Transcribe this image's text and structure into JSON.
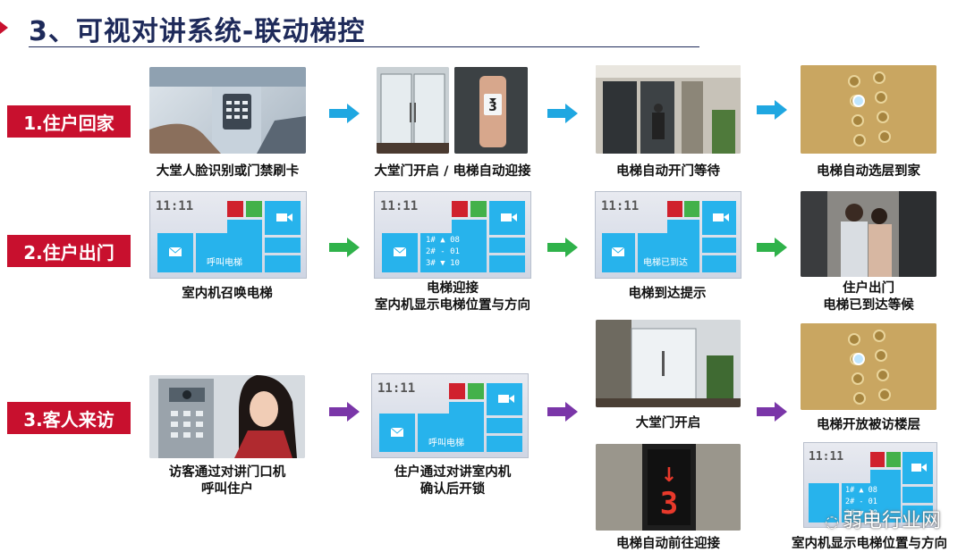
{
  "title": "3、可视对讲系统-联动梯控",
  "rows": [
    {
      "label": "1.住户回家",
      "captions": [
        "大堂人脸识别或门禁刷卡",
        "大堂门开启 / 电梯自动迎接",
        "电梯自动开门等待",
        "电梯自动选层到家"
      ]
    },
    {
      "label": "2.住户出门",
      "captions": [
        "室内机召唤电梯",
        "电梯迎接",
        "室内机显示电梯位置与方向",
        "电梯到达提示",
        "住户出门",
        "电梯已到达等候"
      ]
    },
    {
      "label": "3.客人来访",
      "captions": [
        "访客通过对讲门口机",
        "呼叫住户",
        "住户通过对讲室内机",
        "确认后开锁",
        "大堂门开启",
        "电梯开放被访楼层",
        "电梯自动前往迎接",
        "室内机显示电梯位置与方向"
      ]
    }
  ],
  "screens": {
    "time": "11:11",
    "call_elevator": "呼叫电梯",
    "elevator_arrived": "电梯已到达",
    "floors": [
      {
        "num": "1#",
        "dir": "▲",
        "floor": "08"
      },
      {
        "num": "2#",
        "dir": "-",
        "floor": "01"
      },
      {
        "num": "3#",
        "dir": "▼",
        "floor": "10"
      }
    ],
    "display_floor": "3",
    "display_arrow": "↓"
  },
  "watermark": "弱电行业网",
  "colors": {
    "accent": "#c8102e",
    "title": "#1e2a5a",
    "arrow_row1": "#1fa7e1",
    "arrow_row2": "#2fb24a",
    "arrow_row3": "#7a36a8",
    "tile": "#27b3ec"
  }
}
